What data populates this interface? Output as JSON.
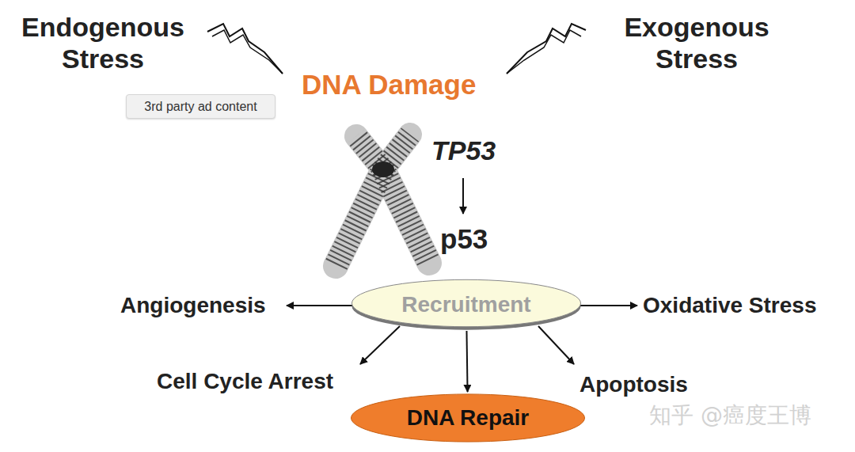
{
  "diagram": {
    "nodes": [
      {
        "text": [
          "3rd party ad content"
        ]
      },
      {
        "text": [
          "Recruitment"
        ]
      },
      {
        "text": [
          "DNA Repair"
        ]
      }
    ],
    "edges": [
      {
        "from": 1,
        "to": 2,
        "arrow": "to"
      }
    ],
    "labels": [
      "Endogenous Stress",
      "Exogenous Stress",
      "DNA Damage",
      "TP53",
      "p53",
      "Angiogenesis",
      "Oxidative Stress",
      "Cell Cycle Arrest",
      "Apoptosis",
      "知乎 @癌度王博"
    ]
  }
}
